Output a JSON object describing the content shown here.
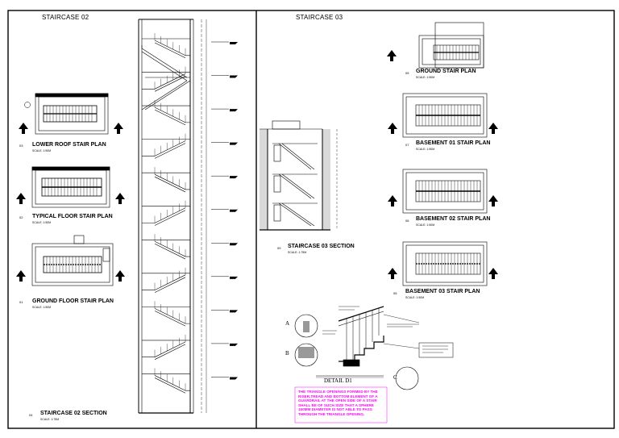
{
  "sheet": {
    "left_title": "STAIRCASE 02",
    "right_title": "STAIRCASE 03"
  },
  "plans_left": [
    {
      "tag": "03",
      "title": "LOWER ROOF STAIR PLAN",
      "scale": "SCALE: 1:50M"
    },
    {
      "tag": "02",
      "title": "TYPICAL FLOOR STAIR PLAN",
      "scale": "SCALE: 1:50M"
    },
    {
      "tag": "01",
      "title": "GROUND FLOOR STAIR PLAN",
      "scale": "SCALE: 1:50M"
    }
  ],
  "section_left": {
    "tag": "04",
    "title": "STAIRCASE 02 SECTION",
    "scale": "SCALE: 1:75M"
  },
  "plans_right": [
    {
      "tag": "05",
      "title": "GROUND STAIR PLAN",
      "scale": "SCALE: 1:50M"
    },
    {
      "tag": "07",
      "title": "BASEMENT 01 STAIR PLAN",
      "scale": "SCALE: 1:50M"
    },
    {
      "tag": "06",
      "title": "BASEMENT 02 STAIR PLAN",
      "scale": "SCALE: 1:50M"
    },
    {
      "tag": "05",
      "title": "BASEMENT 03 STAIR PLAN",
      "scale": "SCALE: 1:50M"
    }
  ],
  "section_right": {
    "tag": "09",
    "title": "STAIRCASE 03 SECTION",
    "scale": "SCALE: 1:75M"
  },
  "detail": {
    "title": "DETAIL D1",
    "callouts": [
      "A",
      "B",
      "C"
    ],
    "note": "THE TRIANGLE OPENINGS FORMED BY THE RISER,TREAD AND BOTTOM ELEMENT OF A GUARDRAIL AT THE OPEN SIDE OF A STAIR SHALL BE OF SUCH SIZE THAT A SPHERE 150MM DIAMETER IS NOT ABLE TO PASS THROUGH THE TRIANGLE OPENING."
  },
  "colors": {
    "line": "#000000",
    "note": "#ff00ff",
    "highlight": "#cccccc"
  }
}
